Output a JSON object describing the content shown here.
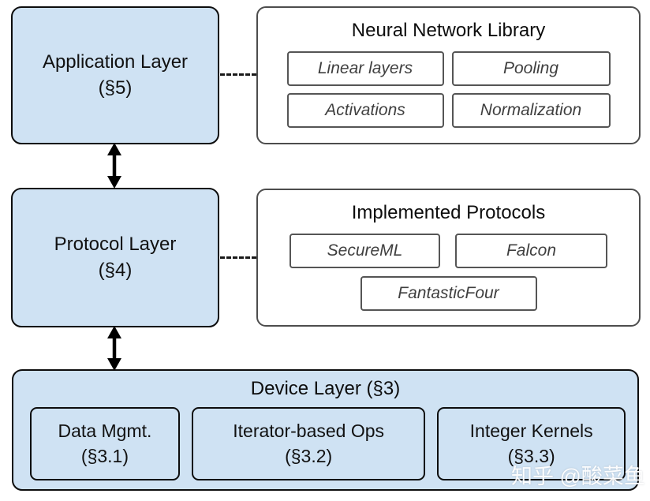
{
  "diagram": {
    "application_layer": {
      "title": "Application Layer",
      "section": "(§5)"
    },
    "neural_network_library": {
      "title": "Neural Network Library",
      "items": [
        "Linear layers",
        "Pooling",
        "Activations",
        "Normalization"
      ]
    },
    "protocol_layer": {
      "title": "Protocol Layer",
      "section": "(§4)"
    },
    "implemented_protocols": {
      "title": "Implemented Protocols",
      "items": [
        "SecureML",
        "Falcon",
        "FantasticFour"
      ]
    },
    "device_layer": {
      "title": "Device Layer (§3)",
      "items": [
        {
          "name": "Data Mgmt.",
          "section": "(§3.1)"
        },
        {
          "name": "Iterator-based Ops",
          "section": "(§3.2)"
        },
        {
          "name": "Integer Kernels",
          "section": "(§3.3)"
        }
      ]
    },
    "colors": {
      "layer_fill": "#cfe2f3",
      "layer_border": "#0d0d0d",
      "panel_border": "#4d4d4d",
      "item_border": "#555555",
      "item_text": "#3f3f3f"
    }
  },
  "watermark": {
    "text": "知乎 @酸菜鱼"
  }
}
